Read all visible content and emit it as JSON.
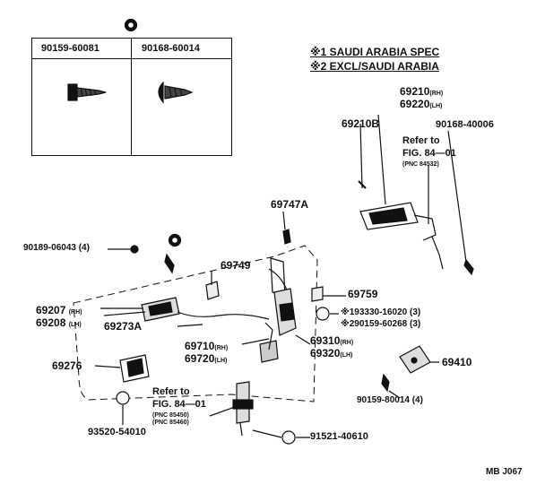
{
  "table": {
    "col1": "90159-60081",
    "col2": "90168-60014"
  },
  "notes": {
    "n1": "※1 SAUDI ARABIA SPEC",
    "n2": "※2 EXCL/SAUDI ARABIA"
  },
  "labels": {
    "p69210": "69210",
    "p69210_sub": "(RH)",
    "p69220": "69220",
    "p69220_sub": "(LH)",
    "p69210B": "69210B",
    "p90168_40006": "90168-40006",
    "refer1": "Refer to",
    "fig1": "FIG. 84—01",
    "pnc1": "(PNC 84532)",
    "p69747A": "69747A",
    "p90189": "90189-06043 (4)",
    "p69749": "69749",
    "p69759": "69759",
    "p69207": "69207",
    "p69207_sub": "(RH)",
    "p69208": "69208",
    "p69208_sub": "(LH)",
    "p69273A": "69273A",
    "p193330": "※193330-16020 (3)",
    "p290159": "※290159-60268 (3)",
    "p69710": "69710",
    "p69710_sub": "(RH)",
    "p69720": "69720",
    "p69720_sub": "(LH)",
    "p69310": "69310",
    "p69310_sub": "(RH)",
    "p69320": "69320",
    "p69320_sub": "(LH)",
    "p69276": "69276",
    "p69410": "69410",
    "refer2": "Refer to",
    "fig2": "FIG. 84—01",
    "pnc2a": "(PNC 85450)",
    "pnc2b": "(PNC 85460)",
    "p90159_80014": "90159-80014 (4)",
    "p93520": "93520-54010",
    "p91521": "91521-40610",
    "code": "MB J067"
  }
}
